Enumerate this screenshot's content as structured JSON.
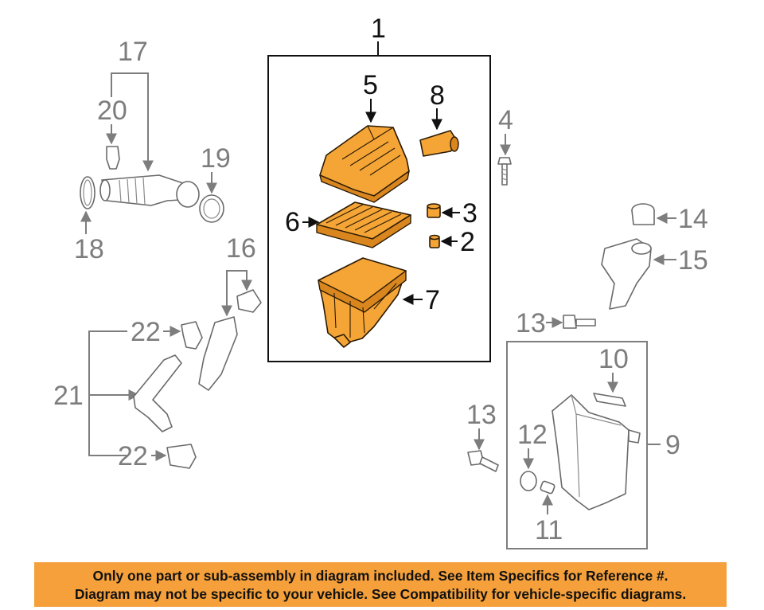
{
  "callouts": {
    "c1": "1",
    "c2": "2",
    "c3": "3",
    "c4": "4",
    "c5": "5",
    "c6": "6",
    "c7": "7",
    "c8": "8",
    "c9": "9",
    "c10": "10",
    "c11": "11",
    "c12": "12",
    "c13a": "13",
    "c13b": "13",
    "c14": "14",
    "c15": "15",
    "c16": "16",
    "c17": "17",
    "c18": "18",
    "c19": "19",
    "c20": "20",
    "c21": "21",
    "c22a": "22",
    "c22b": "22"
  },
  "colors": {
    "highlight_part": "#f5a536",
    "banner": "#f5a03a",
    "grey_part": "#7d7d7d"
  },
  "footer": {
    "line1": "Only one part or sub-assembly in diagram included. See Item Specifics for Reference #.",
    "line2": "Diagram may not be specific to your vehicle. See Compatibility for vehicle-specific diagrams."
  }
}
